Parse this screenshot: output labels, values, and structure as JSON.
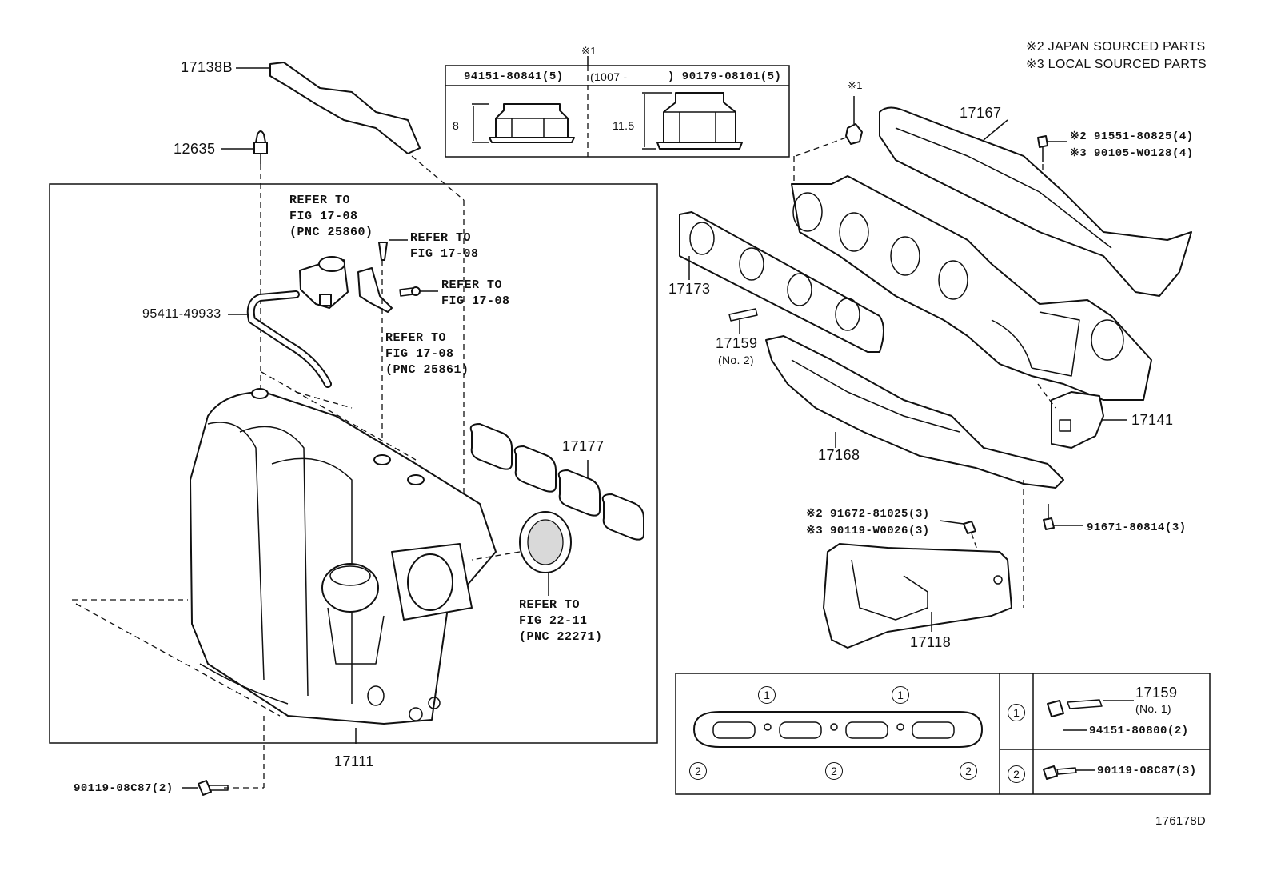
{
  "notes": {
    "japan": "※2 JAPAN SOURCED PARTS",
    "local": "※3 LOCAL SOURCED PARTS"
  },
  "nut_table": {
    "mark": "※1",
    "left_part": "94151-80841(5)",
    "left_dim": "8",
    "right_range": "(1007 -",
    "right_part": ")  90179-08101(5)",
    "right_dim": "11.5"
  },
  "labels": {
    "p17138B": "17138B",
    "p12635": "12635",
    "p95411": "95411-49933",
    "refer1_l1": "REFER TO",
    "refer1_l2": "FIG 17-08",
    "refer1_l3": "(PNC 25860)",
    "refer2_l1": "REFER TO",
    "refer2_l2": "FIG 17-08",
    "refer3_l1": "REFER TO",
    "refer3_l2": "FIG 17-08",
    "refer4_l1": "REFER TO",
    "refer4_l2": "FIG 17-08",
    "refer4_l3": "(PNC 25861)",
    "p17177": "17177",
    "refer5_l1": "REFER TO",
    "refer5_l2": "FIG 22-11",
    "refer5_l3": "(PNC 22271)",
    "p17111": "17111",
    "p90119_2": "90119-08C87(2)",
    "mark1_nut": "※1",
    "p17167": "17167",
    "p91551": "※2 91551-80825(4)",
    "p90105": "※3 90105-W0128(4)",
    "p17173": "17173",
    "p17159_no2": "17159",
    "no2": "(No. 2)",
    "p17141": "17141",
    "p17168": "17168",
    "p91672": "※2 91672-81025(3)",
    "p90119_w": "※3 90119-W0026(3)",
    "p91671": "91671-80814(3)",
    "p17118": "17118",
    "diagram_id": "176178D"
  },
  "legend": {
    "circle1": "1",
    "circle2": "2",
    "p17159_no1": "17159",
    "no1": "(No. 1)",
    "p94151": "94151-80800(2)",
    "p90119_3": "90119-08C87(3)"
  }
}
